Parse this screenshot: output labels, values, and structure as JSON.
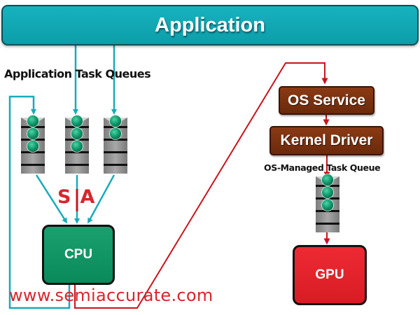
{
  "header": {
    "title": "Application"
  },
  "labels": {
    "app_task_queues": "Application Task Queues",
    "os_managed_task_queue": "OS-Managed Task Queue"
  },
  "nodes": {
    "os_service": "OS Service",
    "kernel_driver": "Kernel Driver",
    "cpu": "CPU",
    "gpu": "GPU"
  },
  "queues": [
    {
      "name": "app-queue-1",
      "slots": 4,
      "filled": 3
    },
    {
      "name": "app-queue-2",
      "slots": 4,
      "filled": 3
    },
    {
      "name": "app-queue-3",
      "slots": 4,
      "filled": 2
    },
    {
      "name": "os-managed-queue",
      "slots": 4,
      "filled": 3
    }
  ],
  "logo": {
    "left": "S",
    "right": "A"
  },
  "watermark": "www.semiaccurate.com",
  "colors": {
    "app_bar": "#12a8b4",
    "teal_line": "#1aaab8",
    "red_line": "#c8141c",
    "os_box": "#7a3210",
    "cpu": "#11956a",
    "gpu": "#e2222b",
    "token": "#0f9a6e",
    "logo_red": "#d7262d"
  }
}
